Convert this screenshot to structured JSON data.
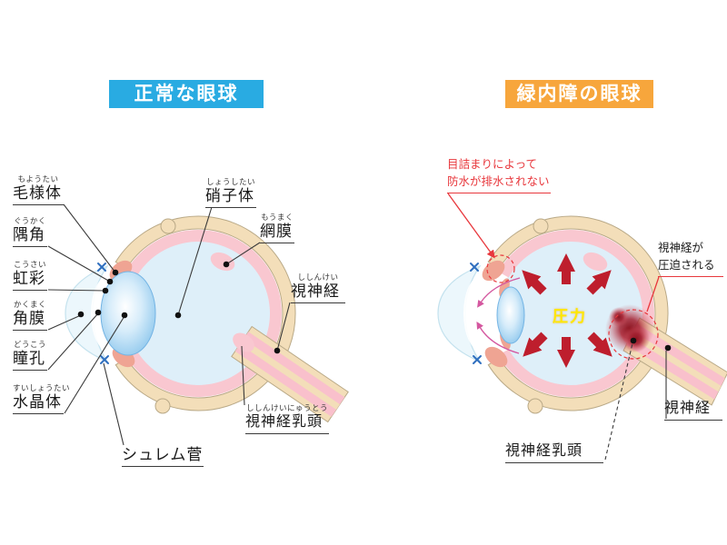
{
  "headers": {
    "left": {
      "label": "正常な眼球",
      "bg": "#29ABE2"
    },
    "right": {
      "label": "緑内障の眼球",
      "bg": "#F7A63C"
    }
  },
  "left_labels": [
    {
      "id": "ciliary-body",
      "furigana": "もようたい",
      "text": "毛様体"
    },
    {
      "id": "angle",
      "furigana": "ぐうかく",
      "text": "隅角"
    },
    {
      "id": "iris",
      "furigana": "こうさい",
      "text": "虹彩"
    },
    {
      "id": "cornea",
      "furigana": "かくまく",
      "text": "角膜"
    },
    {
      "id": "pupil",
      "furigana": "どうこう",
      "text": "瞳孔"
    },
    {
      "id": "lens",
      "furigana": "すいしょうたい",
      "text": "水晶体"
    },
    {
      "id": "vitreous",
      "furigana": "しょうしたい",
      "text": "硝子体"
    },
    {
      "id": "retina",
      "furigana": "もうまく",
      "text": "網膜"
    },
    {
      "id": "optic-nerve",
      "furigana": "ししんけい",
      "text": "視神経"
    },
    {
      "id": "optic-disc",
      "furigana": "ししんけいにゅうとう",
      "text": "視神経乳頭"
    },
    {
      "id": "schlemm-canal",
      "furigana": "",
      "text": "シュレム菅"
    }
  ],
  "right_annotations": {
    "blockage": {
      "line1": "目詰まりによって",
      "line2": "防水が排水されない"
    },
    "pressure": "圧力",
    "compression": {
      "line1": "視神経が",
      "line2": "圧迫される"
    },
    "optic_nerve": "視神経",
    "optic_disc": "視神経乳頭"
  },
  "colors": {
    "header_left": "#29ABE2",
    "header_right": "#F7A63C",
    "sclera": "#F3DEB9",
    "sclera_outline": "#B9A987",
    "retina_pink": "#F9C7D0",
    "ciliary_salmon": "#EFA493",
    "vitreous_blue": "#DEEFF9",
    "lens_blue": "#79BAE7",
    "pressure_arrow_red": "#BE1E2D",
    "accent_red": "#E8383D",
    "blood_red": "#8C1420",
    "pressure_yellow": "#FFE800",
    "aqueous_flow_pink": "#D4579F",
    "canal_blue": "#2F6FBF",
    "leader_line": "#3A3A3A"
  }
}
